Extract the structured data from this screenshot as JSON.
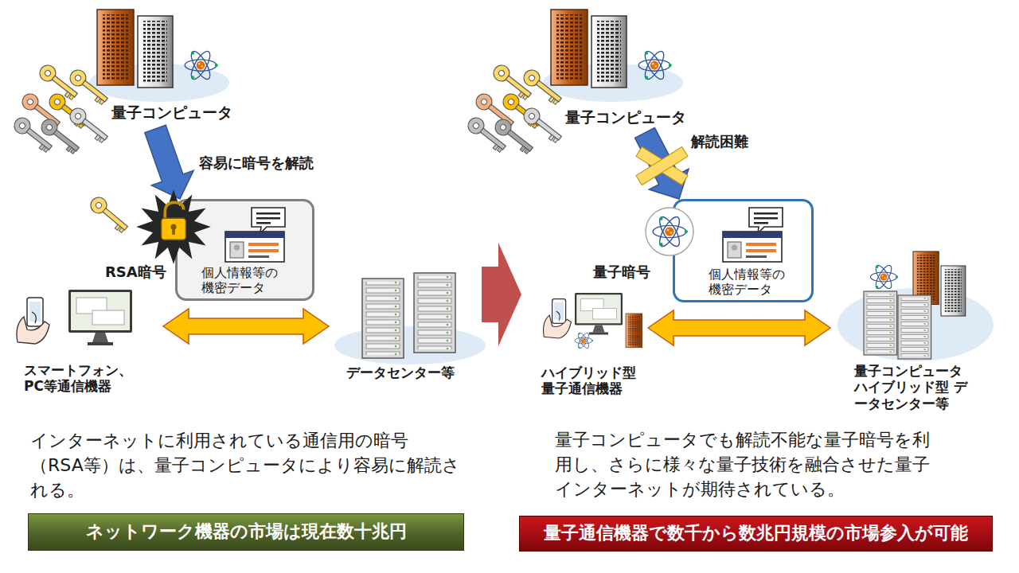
{
  "diagram": {
    "nodes": [
      {
        "text": [
          "量子コンピュータ"
        ]
      },
      {
        "text": [
          "個人情報等の機密データ"
        ]
      },
      {
        "text": [
          "スマートフォン、PC等通信機器"
        ]
      },
      {
        "text": [
          "データセンター等"
        ]
      },
      {
        "text": [
          "ネットワーク機器の市場は現在数十兆円"
        ]
      },
      {
        "text": [
          "量子コンピュータ"
        ]
      },
      {
        "text": [
          "個人情報等の機密データ"
        ]
      },
      {
        "text": [
          "ハイブリッド型 量子通信機器"
        ]
      },
      {
        "text": [
          "量子コンピュータ ハイブリッド型 データセンター等"
        ]
      },
      {
        "text": [
          "量子通信機器で数千から数兆円規模の市場参入が可能"
        ]
      }
    ],
    "edges": [
      {
        "from": 0,
        "to": 1,
        "arrow": "to",
        "label": "容易に暗号を解読"
      },
      {
        "from": 2,
        "to": 3,
        "arrow": "both"
      },
      {
        "from": 5,
        "to": 6,
        "arrow": "to",
        "label": "解読困難"
      },
      {
        "from": 7,
        "to": 8,
        "arrow": "both"
      }
    ],
    "labels": [
      "RSA暗号",
      "インターネットに利用されている通信用の暗号（RSA等）は、量子コンピュータにより容易に解読される。",
      "量子暗号",
      "量子コンピュータでも解読不能な量子暗号を利用し、さらに様々な量子技術を融合させた量子インターネットが期待されている。"
    ]
  }
}
